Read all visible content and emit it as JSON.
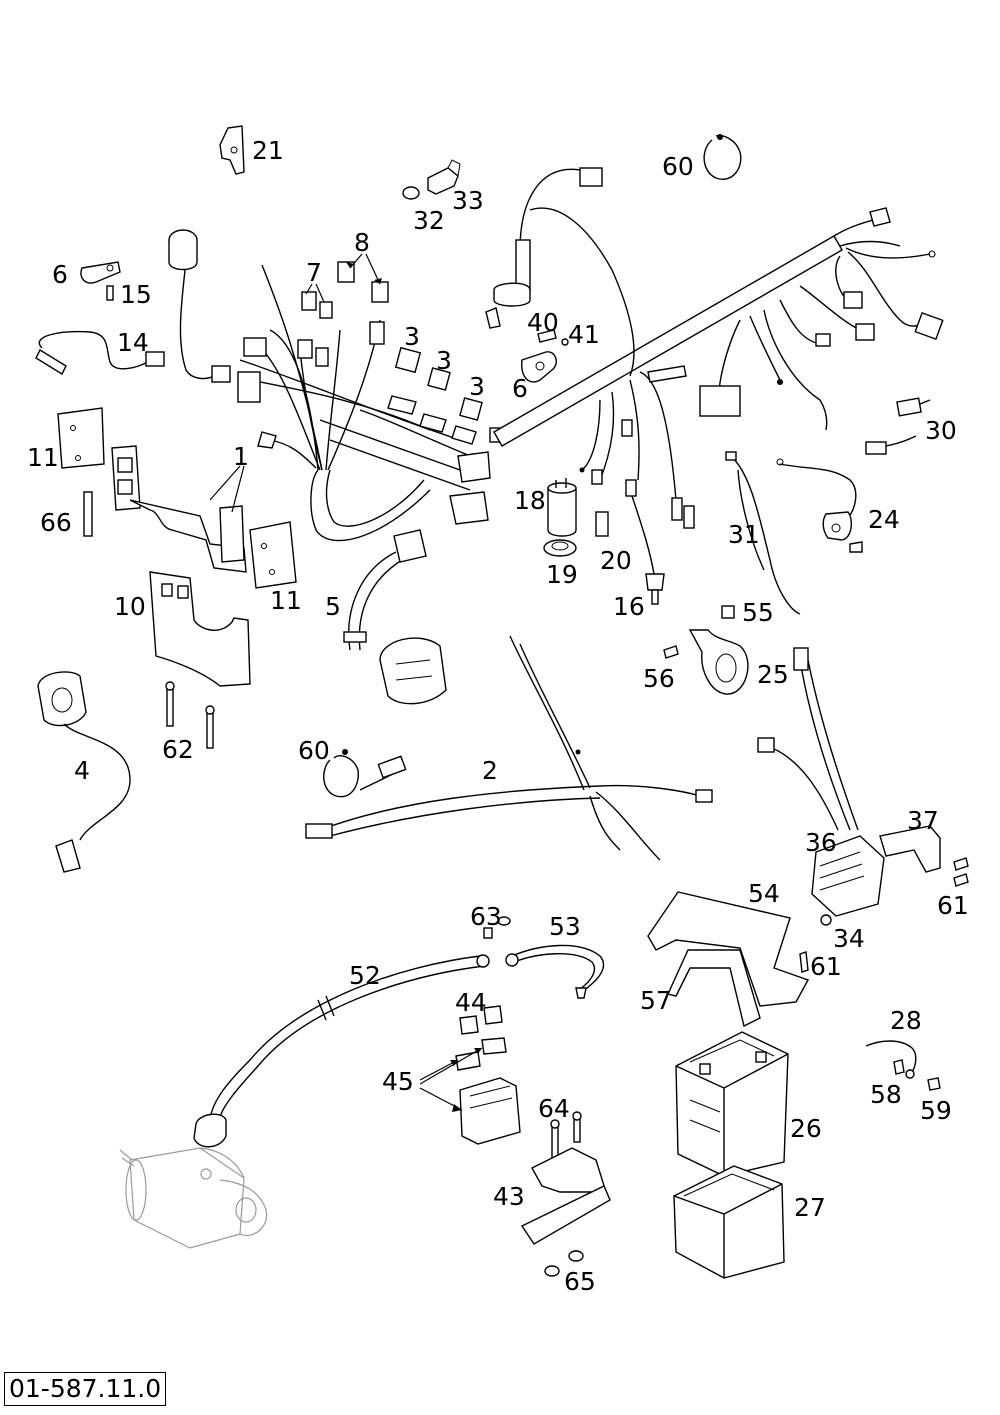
{
  "diagram": {
    "reference_code": "01-587.11.0",
    "parts": [
      {
        "id": "p21",
        "label": "21"
      },
      {
        "id": "p60a",
        "label": "60"
      },
      {
        "id": "p32",
        "label": "32"
      },
      {
        "id": "p33",
        "label": "33"
      },
      {
        "id": "p8",
        "label": "8"
      },
      {
        "id": "p7",
        "label": "7"
      },
      {
        "id": "p6a",
        "label": "6"
      },
      {
        "id": "p15",
        "label": "15"
      },
      {
        "id": "p14",
        "label": "14"
      },
      {
        "id": "p3a",
        "label": "3"
      },
      {
        "id": "p3b",
        "label": "3"
      },
      {
        "id": "p3c",
        "label": "3"
      },
      {
        "id": "p40",
        "label": "40"
      },
      {
        "id": "p41",
        "label": "41"
      },
      {
        "id": "p6b",
        "label": "6"
      },
      {
        "id": "p30",
        "label": "30"
      },
      {
        "id": "p11a",
        "label": "11"
      },
      {
        "id": "p1",
        "label": "1"
      },
      {
        "id": "p66",
        "label": "66"
      },
      {
        "id": "p18",
        "label": "18"
      },
      {
        "id": "p24",
        "label": "24"
      },
      {
        "id": "p31",
        "label": "31"
      },
      {
        "id": "p20",
        "label": "20"
      },
      {
        "id": "p19",
        "label": "19"
      },
      {
        "id": "p11b",
        "label": "11"
      },
      {
        "id": "p10",
        "label": "10"
      },
      {
        "id": "p5",
        "label": "5"
      },
      {
        "id": "p16",
        "label": "16"
      },
      {
        "id": "p55",
        "label": "55"
      },
      {
        "id": "p56",
        "label": "56"
      },
      {
        "id": "p25",
        "label": "25"
      },
      {
        "id": "p62",
        "label": "62"
      },
      {
        "id": "p60b",
        "label": "60"
      },
      {
        "id": "p4",
        "label": "4"
      },
      {
        "id": "p2",
        "label": "2"
      },
      {
        "id": "p37",
        "label": "37"
      },
      {
        "id": "p36",
        "label": "36"
      },
      {
        "id": "p61a",
        "label": "61"
      },
      {
        "id": "p54",
        "label": "54"
      },
      {
        "id": "p63",
        "label": "63"
      },
      {
        "id": "p53",
        "label": "53"
      },
      {
        "id": "p34",
        "label": "34"
      },
      {
        "id": "p61b",
        "label": "61"
      },
      {
        "id": "p52",
        "label": "52"
      },
      {
        "id": "p57",
        "label": "57"
      },
      {
        "id": "p44",
        "label": "44"
      },
      {
        "id": "p28",
        "label": "28"
      },
      {
        "id": "p45",
        "label": "45"
      },
      {
        "id": "p58",
        "label": "58"
      },
      {
        "id": "p59",
        "label": "59"
      },
      {
        "id": "p64",
        "label": "64"
      },
      {
        "id": "p26",
        "label": "26"
      },
      {
        "id": "p43",
        "label": "43"
      },
      {
        "id": "p27",
        "label": "27"
      },
      {
        "id": "p65",
        "label": "65"
      }
    ]
  }
}
